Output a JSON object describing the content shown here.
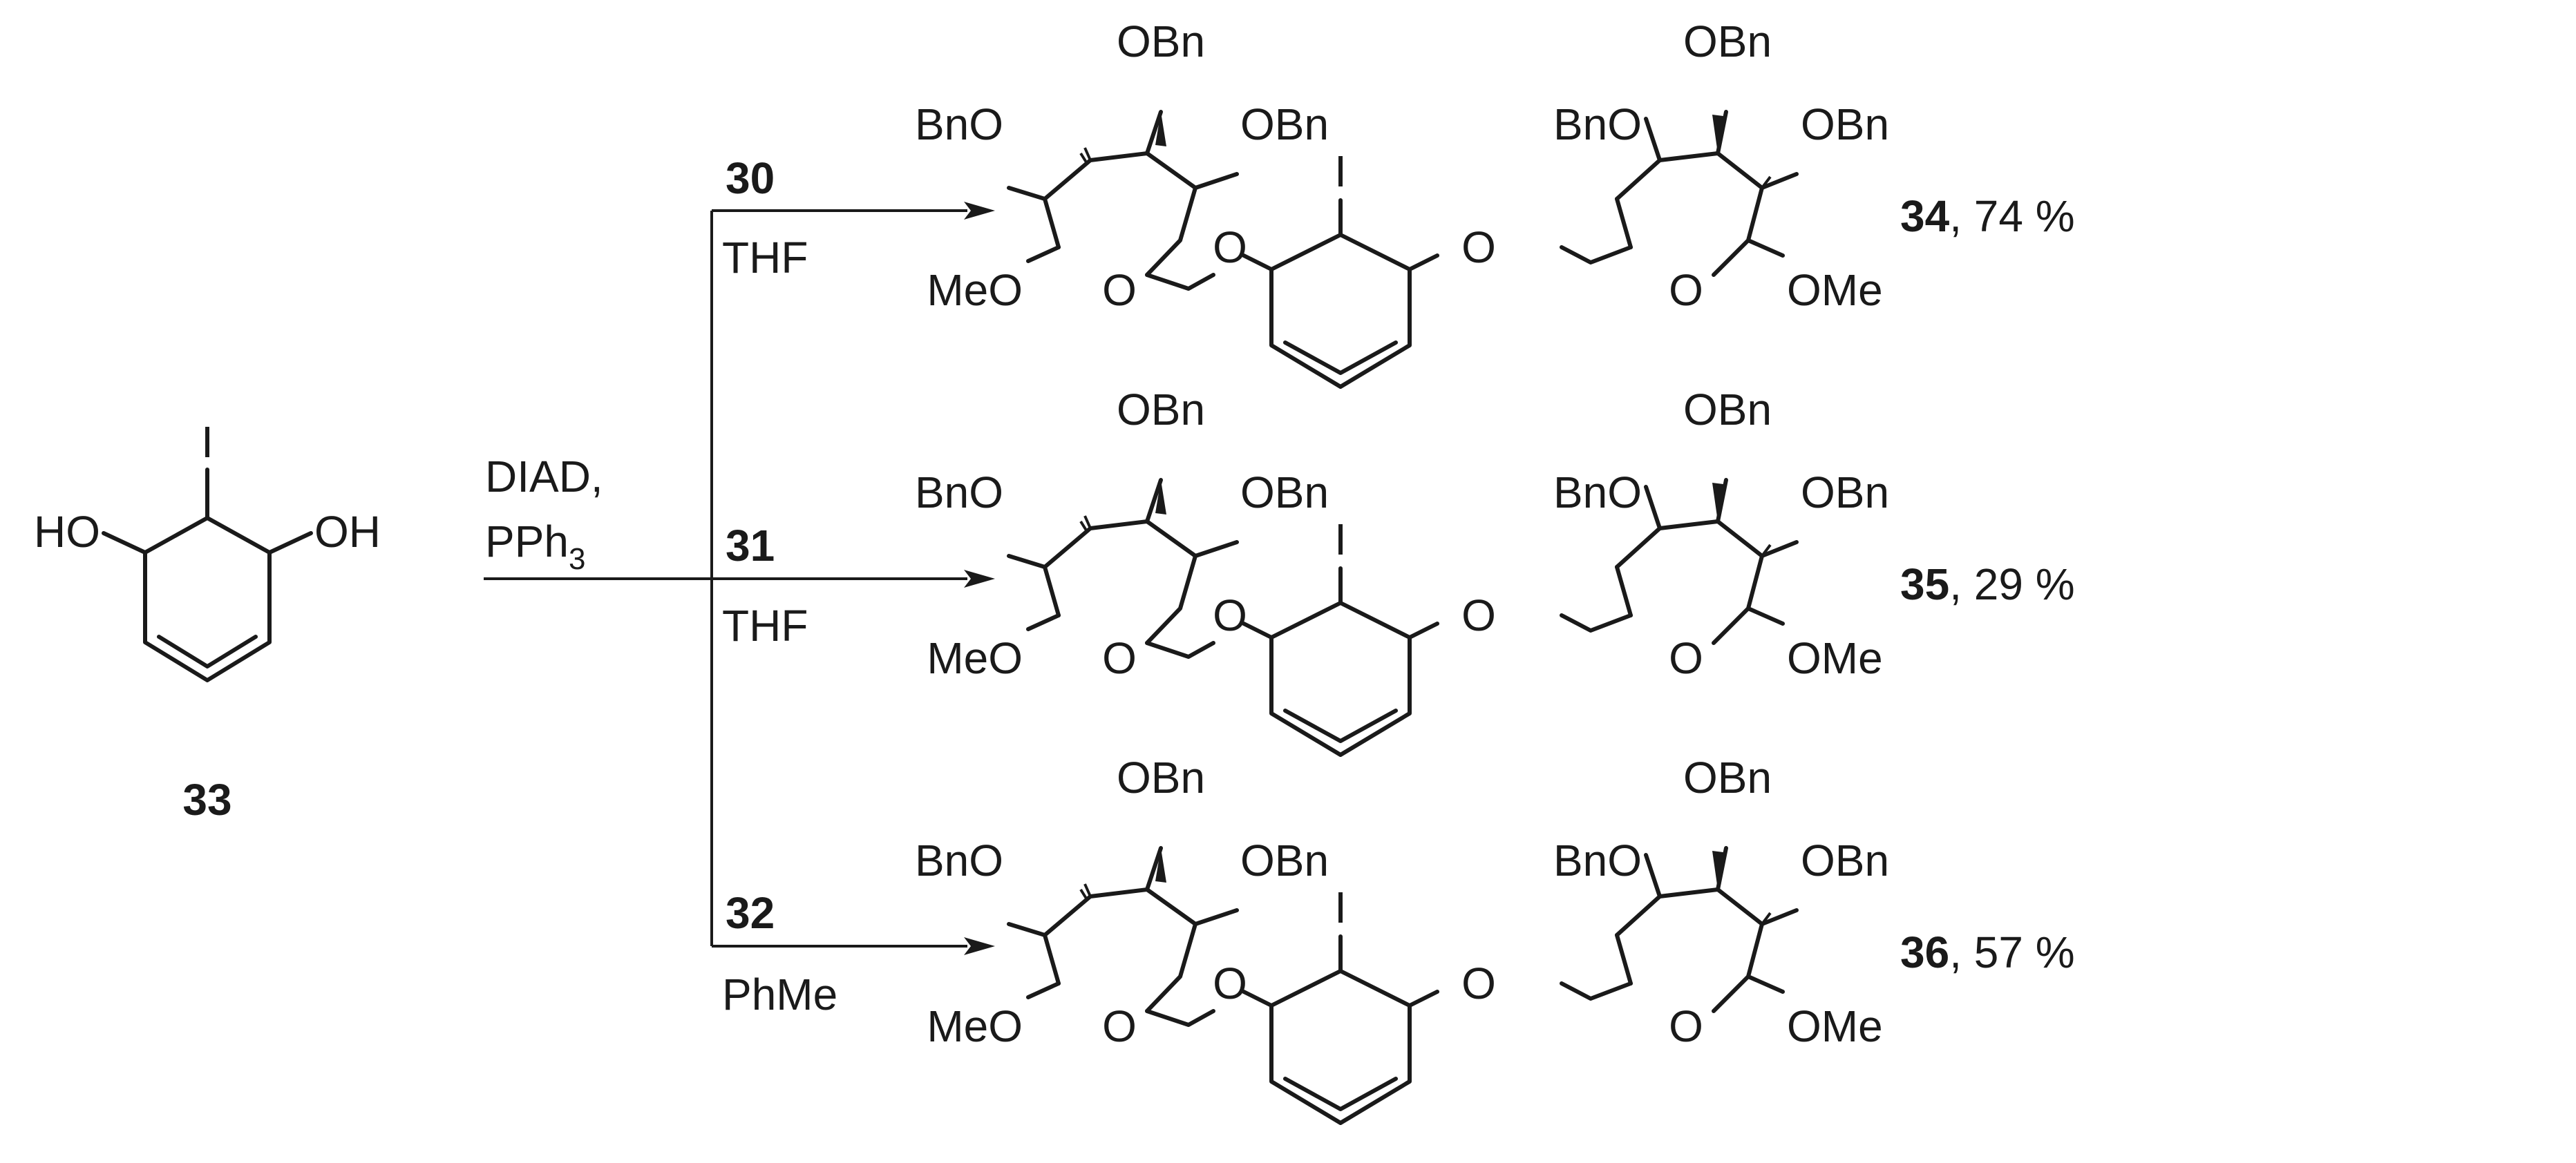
{
  "starting_material": {
    "substituent_top": "I",
    "substituent_left": "HO",
    "substituent_right": "OH",
    "compound_number": "33"
  },
  "reagents": {
    "line1": "DIAD,",
    "line2_main": "PPh",
    "line2_subscript": "3"
  },
  "branches": [
    {
      "sugar_number": "30",
      "solvent": "THF"
    },
    {
      "sugar_number": "31",
      "solvent": "THF"
    },
    {
      "sugar_number": "32",
      "solvent": "PhMe"
    }
  ],
  "product_labels": {
    "obn": "OBn",
    "bno": "BnO",
    "meo": "MeO",
    "ome": "OMe",
    "ring_o": "O",
    "ether_o": "O",
    "iodo": "I"
  },
  "products": [
    {
      "number": "34",
      "yield": ", 74 %"
    },
    {
      "number": "35",
      "yield": ", 29 %"
    },
    {
      "number": "36",
      "yield": ", 57 %"
    }
  ]
}
